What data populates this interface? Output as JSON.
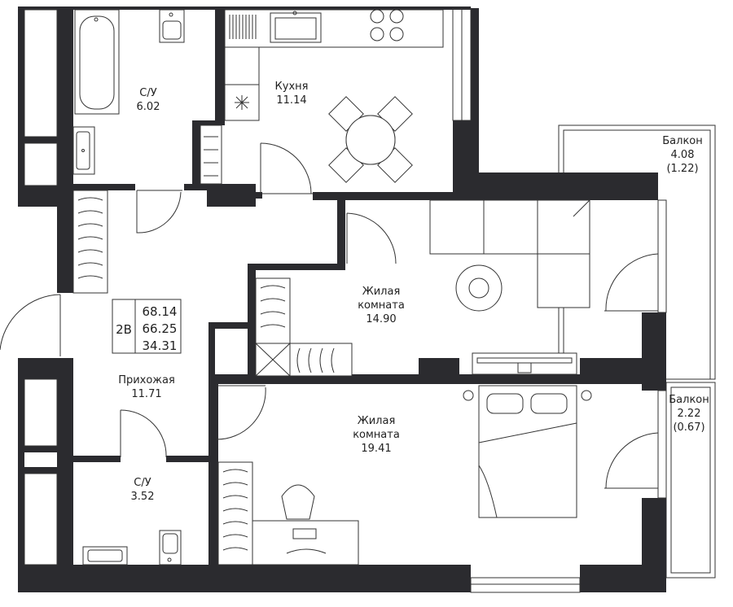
{
  "rooms": {
    "bath_top": {
      "name": "С/У",
      "area": "6.02"
    },
    "kitchen": {
      "name": "Кухня",
      "area": "11.14"
    },
    "balcony_top": {
      "name": "Балкон",
      "area": "4.08",
      "note": "(1.22)"
    },
    "living_1": {
      "name_line1": "Жилая",
      "name_line2": "комната",
      "area": "14.90"
    },
    "hall": {
      "name": "Прихожая",
      "area": "11.71"
    },
    "living_2": {
      "name_line1": "Жилая",
      "name_line2": "комната",
      "area": "19.41"
    },
    "balcony_bottom": {
      "name": "Балкон",
      "area": "2.22",
      "note": "(0.67)"
    },
    "bath_bottom": {
      "name": "С/У",
      "area": "3.52"
    }
  },
  "legend": {
    "type": "2В",
    "total_area": "68.14",
    "area_2": "66.25",
    "living_area": "34.31"
  },
  "colors": {
    "wall": "#2b2b2f",
    "line": "#333333",
    "background": "#ffffff"
  }
}
